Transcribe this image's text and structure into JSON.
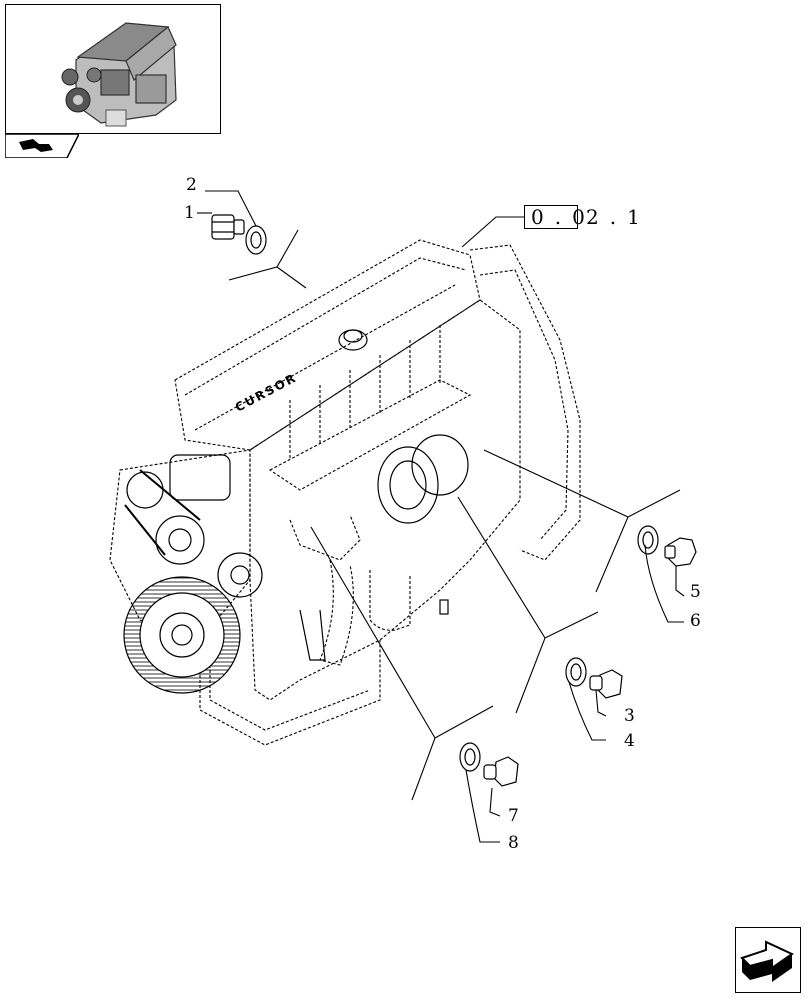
{
  "reference": {
    "boxed": "0.0",
    "suffix": "2.1"
  },
  "callouts": {
    "n1": "1",
    "n2": "2",
    "n3": "3",
    "n4": "4",
    "n5": "5",
    "n6": "6",
    "n7": "7",
    "n8": "8"
  },
  "engine_brand": "CURSOR",
  "icons": {
    "thumbnail_tab": "engine-group-icon",
    "navigation": "next-page-arrow-icon"
  },
  "colors": {
    "line": "#000000",
    "background": "#ffffff",
    "part_fill": "#f2f2f2"
  }
}
